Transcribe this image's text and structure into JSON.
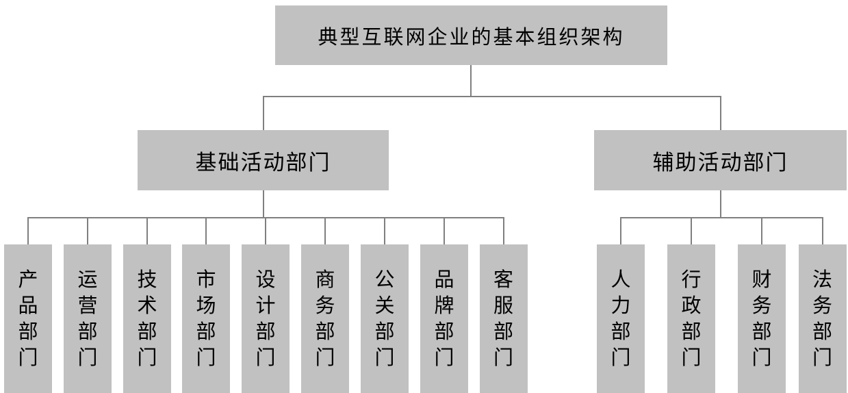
{
  "diagram": {
    "root_label": "典型互联网企业的基本组织架构",
    "groups": [
      {
        "label": "基础活动部门",
        "children": [
          "产品部门",
          "运营部门",
          "技术部门",
          "市场部门",
          "设计部门",
          "商务部门",
          "公关部门",
          "品牌部门",
          "客服部门"
        ]
      },
      {
        "label": "辅助活动部门",
        "children": [
          "人力部门",
          "行政部门",
          "财务部门",
          "法务部门"
        ]
      }
    ],
    "colors": {
      "box_fill": "#c1c1c1",
      "connector": "#7f7f7f",
      "text": "#000000",
      "background": "#ffffff"
    }
  }
}
